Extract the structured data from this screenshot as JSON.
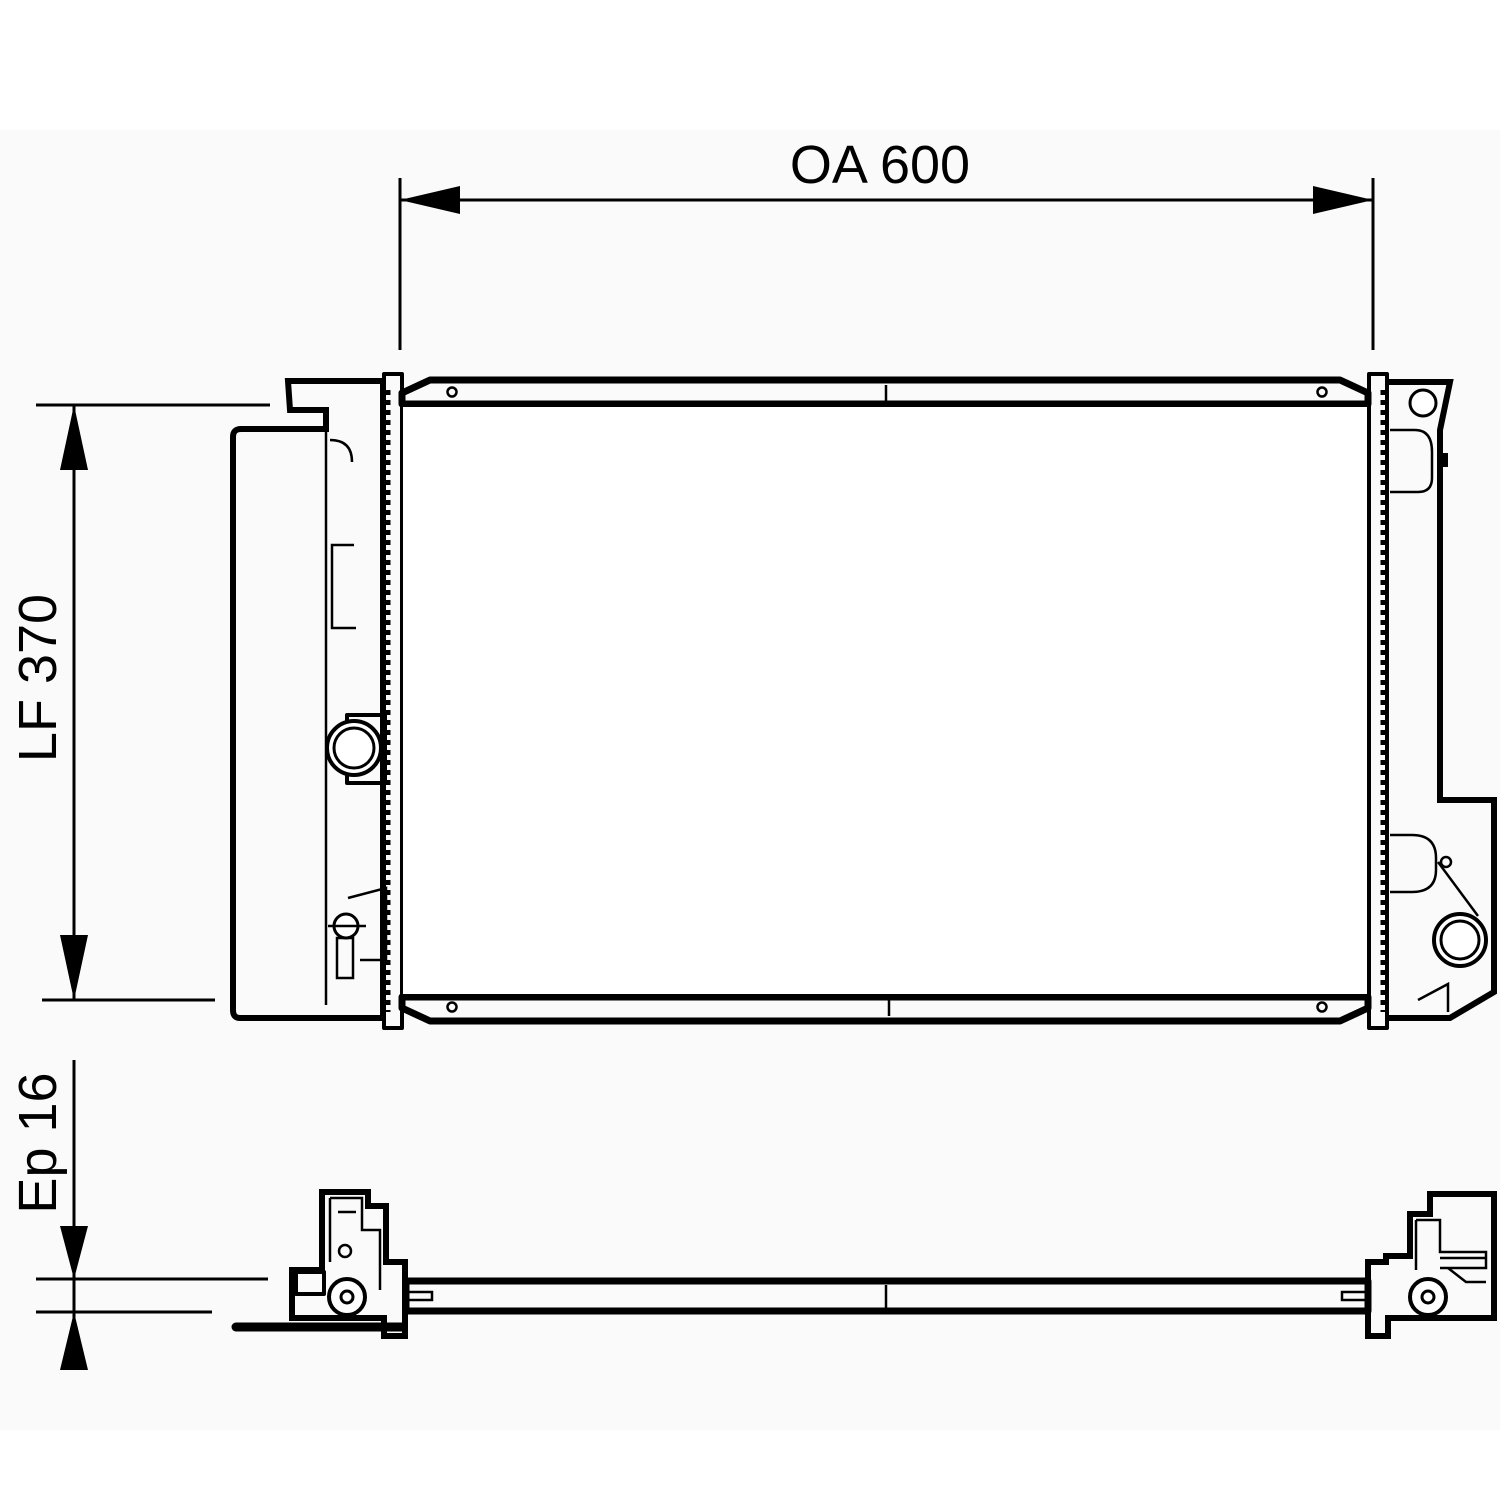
{
  "dimensions": {
    "width_label": "OA 600",
    "height_label": "LF 370",
    "thickness_label": "Ep 16"
  },
  "colors": {
    "background": "#ffffff",
    "lines": "#000000"
  }
}
